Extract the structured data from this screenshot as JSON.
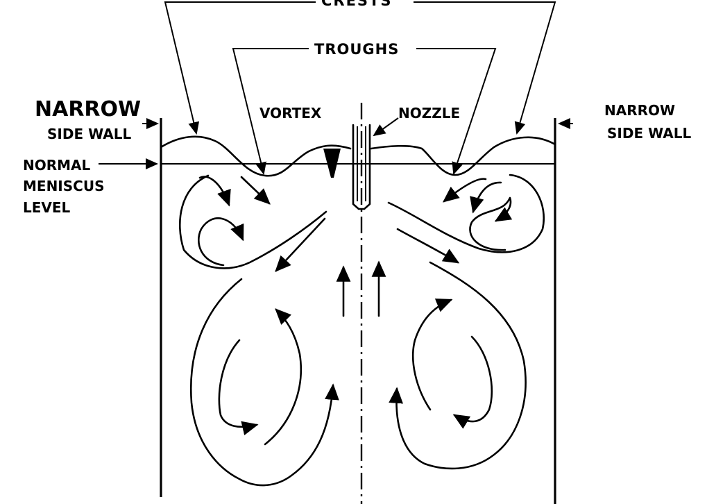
{
  "labels": {
    "crests": "CRESTS",
    "troughs": "TROUGHS",
    "vortex": "VORTEX",
    "nozzle": "NOZZLE",
    "narrow_left_line1": "NARROW",
    "narrow_left_line2": "SIDE WALL",
    "narrow_right_line1": "NARROW",
    "narrow_right_line2": "SIDE WALL",
    "normal_line1": "NORMAL",
    "normal_line2": "MENISCUS",
    "normal_line3": "LEVEL"
  }
}
